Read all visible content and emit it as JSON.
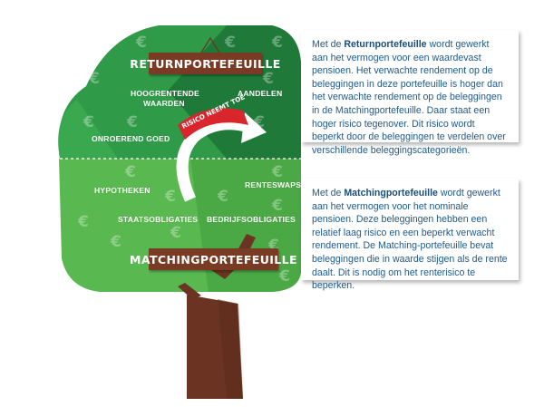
{
  "labels": {
    "return_sign": "RETURNPORTEFEUILLE",
    "matching_sign": "MATCHINGPORTEFEUILLE",
    "hoogrentende_1": "HOOGRENTENDE",
    "hoogrentende_2": "WAARDEN",
    "aandelen": "AANDELEN",
    "onroerend_goed": "ONROEREND GOED",
    "hypotheken": "HYPOTHEKEN",
    "renteswaps": "RENTESWAPS",
    "staatsobligaties": "STAATSOBLIGATIES",
    "bedrijfsobligaties": "BEDRIJFSOBLIGATIES",
    "risico": "RISICO NEEMT TOE"
  },
  "icon_glyph": "€",
  "top_box": {
    "pre": "Met de ",
    "bold": "Returnportefeuille",
    "post": " wordt gewerkt aan het vermogen voor een waardevast pensioen. Het verwachte rendement op de beleggingen in deze portefeuille is hoger dan het verwachte rendement op de beleggingen in de Matchingportefeuille. Daar staat een hoger risico tegenover. Dit risico wordt beperkt door de beleggingen te verdelen over verschillende beleggingscategorieën."
  },
  "bottom_box": {
    "pre": "Met de ",
    "bold": "Matchingportefeuille",
    "post": " wordt gewerkt aan het vermogen voor het nominale pensioen. Deze beleggingen hebben een relatief laag risico en een beperkt verwacht rendement. De Matching-portefeuille bevat beleggingen die in waarde stijgen als de rente daalt. Dit is nodig om het renterisico te beperken."
  },
  "colors": {
    "top_dark": "#1f7a3a",
    "top_mid": "#2f9a47",
    "bottom_light": "#59b84f",
    "bottom_mid": "#4aa845",
    "trunk": "#6b3422",
    "sign": "#7a3b24",
    "text_blue": "#1f5a8a"
  }
}
